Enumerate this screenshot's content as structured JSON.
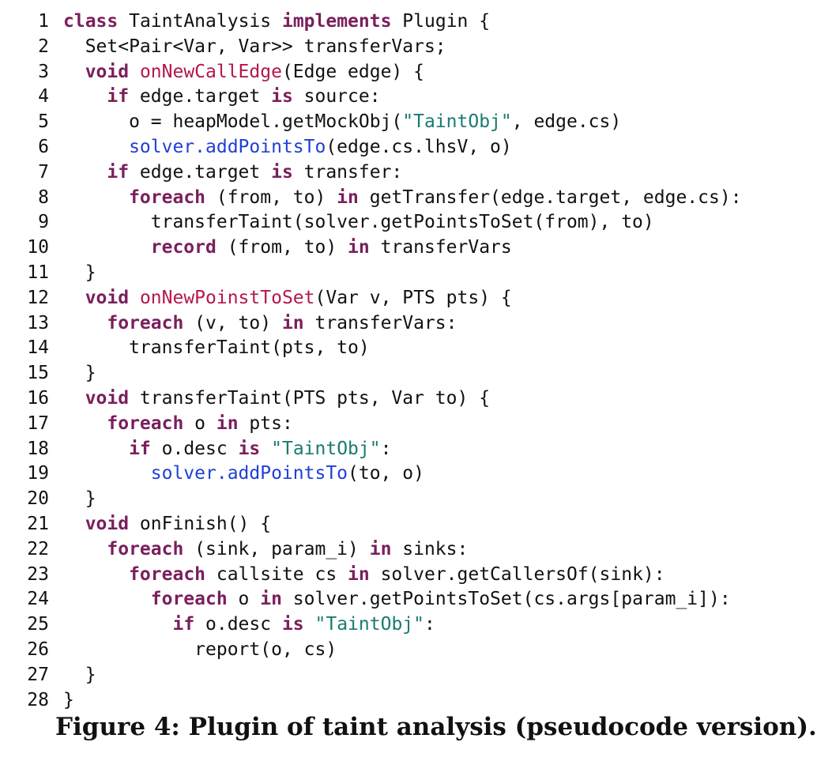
{
  "colors": {
    "keyword": "#7a1f5c",
    "method_name": "#b5174a",
    "solver_call": "#1f3fd6",
    "string_literal": "#1a7a73",
    "text": "#111111"
  },
  "code": {
    "lines": [
      {
        "n": "1",
        "indent": 0,
        "tokens": [
          {
            "t": "kw",
            "v": "class"
          },
          {
            "t": "p",
            "v": " TaintAnalysis "
          },
          {
            "t": "kw",
            "v": "implements"
          },
          {
            "t": "p",
            "v": " Plugin {"
          }
        ]
      },
      {
        "n": "2",
        "indent": 1,
        "tokens": [
          {
            "t": "p",
            "v": "Set<Pair<Var, Var>> transferVars;"
          }
        ]
      },
      {
        "n": "3",
        "indent": 1,
        "tokens": [
          {
            "t": "kw",
            "v": "void"
          },
          {
            "t": "p",
            "v": " "
          },
          {
            "t": "fn",
            "v": "onNewCallEdge"
          },
          {
            "t": "p",
            "v": "(Edge edge) {"
          }
        ]
      },
      {
        "n": "4",
        "indent": 2,
        "tokens": [
          {
            "t": "kw",
            "v": "if"
          },
          {
            "t": "p",
            "v": " edge.target "
          },
          {
            "t": "kw",
            "v": "is"
          },
          {
            "t": "p",
            "v": " source:"
          }
        ]
      },
      {
        "n": "5",
        "indent": 3,
        "tokens": [
          {
            "t": "p",
            "v": "o = heapModel.getMockObj("
          },
          {
            "t": "str",
            "v": "\"TaintObj\""
          },
          {
            "t": "p",
            "v": ", edge.cs)"
          }
        ]
      },
      {
        "n": "6",
        "indent": 3,
        "tokens": [
          {
            "t": "sv",
            "v": "solver.addPointsTo"
          },
          {
            "t": "p",
            "v": "(edge.cs.lhsV, o)"
          }
        ]
      },
      {
        "n": "7",
        "indent": 2,
        "tokens": [
          {
            "t": "kw",
            "v": "if"
          },
          {
            "t": "p",
            "v": " edge.target "
          },
          {
            "t": "kw",
            "v": "is"
          },
          {
            "t": "p",
            "v": " transfer:"
          }
        ]
      },
      {
        "n": "8",
        "indent": 3,
        "tokens": [
          {
            "t": "kw",
            "v": "foreach"
          },
          {
            "t": "p",
            "v": " (from, to) "
          },
          {
            "t": "kw",
            "v": "in"
          },
          {
            "t": "p",
            "v": " getTransfer(edge.target, edge.cs):"
          }
        ]
      },
      {
        "n": "9",
        "indent": 4,
        "tokens": [
          {
            "t": "p",
            "v": "transferTaint(solver.getPointsToSet(from), to)"
          }
        ]
      },
      {
        "n": "10",
        "indent": 4,
        "tokens": [
          {
            "t": "kw",
            "v": "record"
          },
          {
            "t": "p",
            "v": " (from, to) "
          },
          {
            "t": "kw",
            "v": "in"
          },
          {
            "t": "p",
            "v": " transferVars"
          }
        ]
      },
      {
        "n": "11",
        "indent": 1,
        "tokens": [
          {
            "t": "p",
            "v": "}"
          }
        ]
      },
      {
        "n": "12",
        "indent": 1,
        "tokens": [
          {
            "t": "kw",
            "v": "void"
          },
          {
            "t": "p",
            "v": " "
          },
          {
            "t": "fn",
            "v": "onNewPoinstToSet"
          },
          {
            "t": "p",
            "v": "(Var v, PTS pts) {"
          }
        ]
      },
      {
        "n": "13",
        "indent": 2,
        "tokens": [
          {
            "t": "kw",
            "v": "foreach"
          },
          {
            "t": "p",
            "v": " (v, to) "
          },
          {
            "t": "kw",
            "v": "in"
          },
          {
            "t": "p",
            "v": " transferVars:"
          }
        ]
      },
      {
        "n": "14",
        "indent": 3,
        "tokens": [
          {
            "t": "p",
            "v": "transferTaint(pts, to)"
          }
        ]
      },
      {
        "n": "15",
        "indent": 1,
        "tokens": [
          {
            "t": "p",
            "v": "}"
          }
        ]
      },
      {
        "n": "16",
        "indent": 1,
        "tokens": [
          {
            "t": "kw",
            "v": "void"
          },
          {
            "t": "p",
            "v": " transferTaint(PTS pts, Var to) {"
          }
        ]
      },
      {
        "n": "17",
        "indent": 2,
        "tokens": [
          {
            "t": "kw",
            "v": "foreach"
          },
          {
            "t": "p",
            "v": " o "
          },
          {
            "t": "kw",
            "v": "in"
          },
          {
            "t": "p",
            "v": " pts:"
          }
        ]
      },
      {
        "n": "18",
        "indent": 3,
        "tokens": [
          {
            "t": "kw",
            "v": "if"
          },
          {
            "t": "p",
            "v": " o.desc "
          },
          {
            "t": "kw",
            "v": "is"
          },
          {
            "t": "p",
            "v": " "
          },
          {
            "t": "str",
            "v": "\"TaintObj\""
          },
          {
            "t": "p",
            "v": ":"
          }
        ]
      },
      {
        "n": "19",
        "indent": 4,
        "tokens": [
          {
            "t": "sv",
            "v": "solver.addPointsTo"
          },
          {
            "t": "p",
            "v": "(to, o)"
          }
        ]
      },
      {
        "n": "20",
        "indent": 1,
        "tokens": [
          {
            "t": "p",
            "v": "}"
          }
        ]
      },
      {
        "n": "21",
        "indent": 1,
        "tokens": [
          {
            "t": "kw",
            "v": "void"
          },
          {
            "t": "p",
            "v": " onFinish() {"
          }
        ]
      },
      {
        "n": "22",
        "indent": 2,
        "tokens": [
          {
            "t": "kw",
            "v": "foreach"
          },
          {
            "t": "p",
            "v": " (sink, param_i) "
          },
          {
            "t": "kw",
            "v": "in"
          },
          {
            "t": "p",
            "v": " sinks:"
          }
        ]
      },
      {
        "n": "23",
        "indent": 3,
        "tokens": [
          {
            "t": "kw",
            "v": "foreach"
          },
          {
            "t": "p",
            "v": " callsite cs "
          },
          {
            "t": "kw",
            "v": "in"
          },
          {
            "t": "p",
            "v": " solver.getCallersOf(sink):"
          }
        ]
      },
      {
        "n": "24",
        "indent": 4,
        "tokens": [
          {
            "t": "kw",
            "v": "foreach"
          },
          {
            "t": "p",
            "v": " o "
          },
          {
            "t": "kw",
            "v": "in"
          },
          {
            "t": "p",
            "v": " solver.getPointsToSet(cs.args[param_i]):"
          }
        ]
      },
      {
        "n": "25",
        "indent": 5,
        "tokens": [
          {
            "t": "kw",
            "v": "if"
          },
          {
            "t": "p",
            "v": " o.desc "
          },
          {
            "t": "kw",
            "v": "is"
          },
          {
            "t": "p",
            "v": " "
          },
          {
            "t": "str",
            "v": "\"TaintObj\""
          },
          {
            "t": "p",
            "v": ":"
          }
        ]
      },
      {
        "n": "26",
        "indent": 6,
        "tokens": [
          {
            "t": "p",
            "v": "report(o, cs)"
          }
        ]
      },
      {
        "n": "27",
        "indent": 1,
        "tokens": [
          {
            "t": "p",
            "v": "}"
          }
        ]
      },
      {
        "n": "28",
        "indent": 0,
        "tokens": [
          {
            "t": "p",
            "v": "}"
          }
        ]
      }
    ]
  },
  "caption": {
    "text": "Figure 4: Plugin of taint analysis (pseudocode version)."
  }
}
